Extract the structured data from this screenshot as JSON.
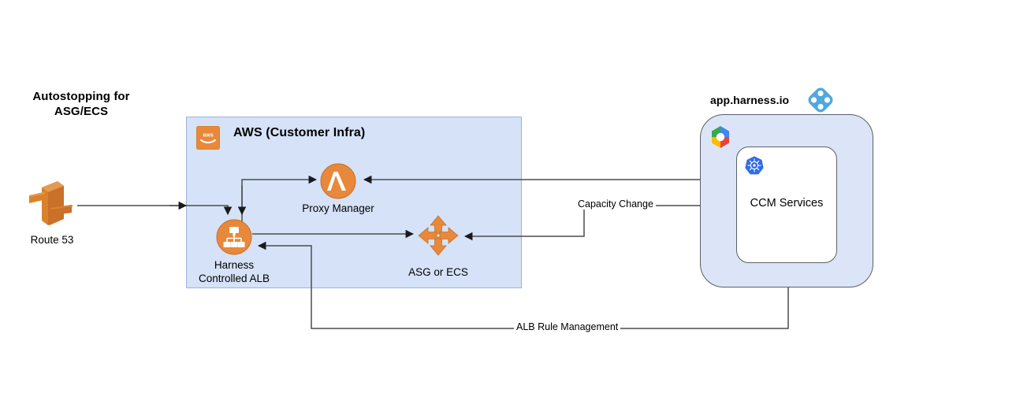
{
  "diagram": {
    "title": "Autostopping for ASG/ECS",
    "title_line1": "Autostopping for",
    "title_line2": "ASG/ECS",
    "background": "#ffffff"
  },
  "aws_container": {
    "label": "AWS (Customer Infra)",
    "logo_icon": "aws-logo-icon",
    "fill": "#d5e2f7",
    "border": "#9bb4de"
  },
  "harness_container": {
    "label": "app.harness.io",
    "logo_icon": "harness-logo-icon",
    "cloud_icon": "google-cloud-icon",
    "fill": "#dbe5f7",
    "border": "#5b5f66",
    "inner": {
      "label": "CCM Services",
      "icon": "kubernetes-icon",
      "fill": "#ffffff"
    }
  },
  "nodes": [
    {
      "id": "route53",
      "label": "Route 53",
      "icon": "aws-route53-icon",
      "color": "#d9822b"
    },
    {
      "id": "proxy-manager",
      "label": "Proxy Manager",
      "icon": "aws-lambda-icon",
      "color": "#e8883a"
    },
    {
      "id": "harness-alb",
      "label": "Harness Controlled ALB",
      "label_line1": "Harness",
      "label_line2": "Controlled ALB",
      "icon": "aws-load-balancer-icon",
      "color": "#e8883a"
    },
    {
      "id": "asg-ecs",
      "label": "ASG or ECS",
      "icon": "aws-autoscaling-icon",
      "color": "#e8883a"
    },
    {
      "id": "ccm-services",
      "label": "CCM Services",
      "icon": "kubernetes-icon",
      "color": "#326ce5"
    }
  ],
  "edges": [
    {
      "id": "route53-to-alb",
      "from": "route53",
      "to": "harness-alb",
      "label": ""
    },
    {
      "id": "alb-to-proxy",
      "from": "harness-alb",
      "to": "proxy-manager",
      "label": ""
    },
    {
      "id": "proxy-back-to-alb",
      "from": "proxy-manager",
      "to": "harness-alb",
      "label": ""
    },
    {
      "id": "ccm-to-proxy",
      "from": "ccm-services",
      "to": "proxy-manager",
      "label": ""
    },
    {
      "id": "alb-to-asg",
      "from": "harness-alb",
      "to": "asg-ecs",
      "label": ""
    },
    {
      "id": "ccm-to-asg",
      "from": "ccm-services",
      "to": "asg-ecs",
      "label": "Capacity Change"
    },
    {
      "id": "ccm-to-alb-rules",
      "from": "ccm-services",
      "to": "harness-alb",
      "label": "ALB Rule Management"
    }
  ],
  "edge_labels": {
    "capacity_change": "Capacity Change",
    "alb_rule_management": "ALB Rule Management"
  },
  "colors": {
    "aws_orange": "#e8883a",
    "aws_orange_dark": "#c9702a",
    "harness_blue": "#4fa8e0",
    "container_blue": "#d5e2f7",
    "panel_blue": "#dbe5f7",
    "line": "#4d4d4d",
    "k8s_blue": "#326ce5"
  }
}
